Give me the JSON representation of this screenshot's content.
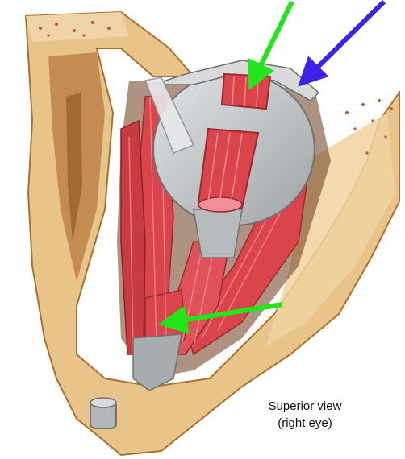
{
  "caption": {
    "line1": "Superior view",
    "line2": "(right eye)"
  },
  "colors": {
    "bone": "#e9c48a",
    "bone_shadow": "#b87a3e",
    "marrow": "#c8503a",
    "muscle": "#d9454a",
    "muscle_light": "#f0909a",
    "globe": "#c3c6c8",
    "tendon": "#e8e8ea",
    "arrow_green": "#22e61a",
    "arrow_blue": "#3b22e6"
  },
  "arrows": [
    {
      "id": "arrow-green-top",
      "color": "arrow_green"
    },
    {
      "id": "arrow-blue",
      "color": "arrow_blue"
    },
    {
      "id": "arrow-green-bottom",
      "color": "arrow_green"
    }
  ]
}
